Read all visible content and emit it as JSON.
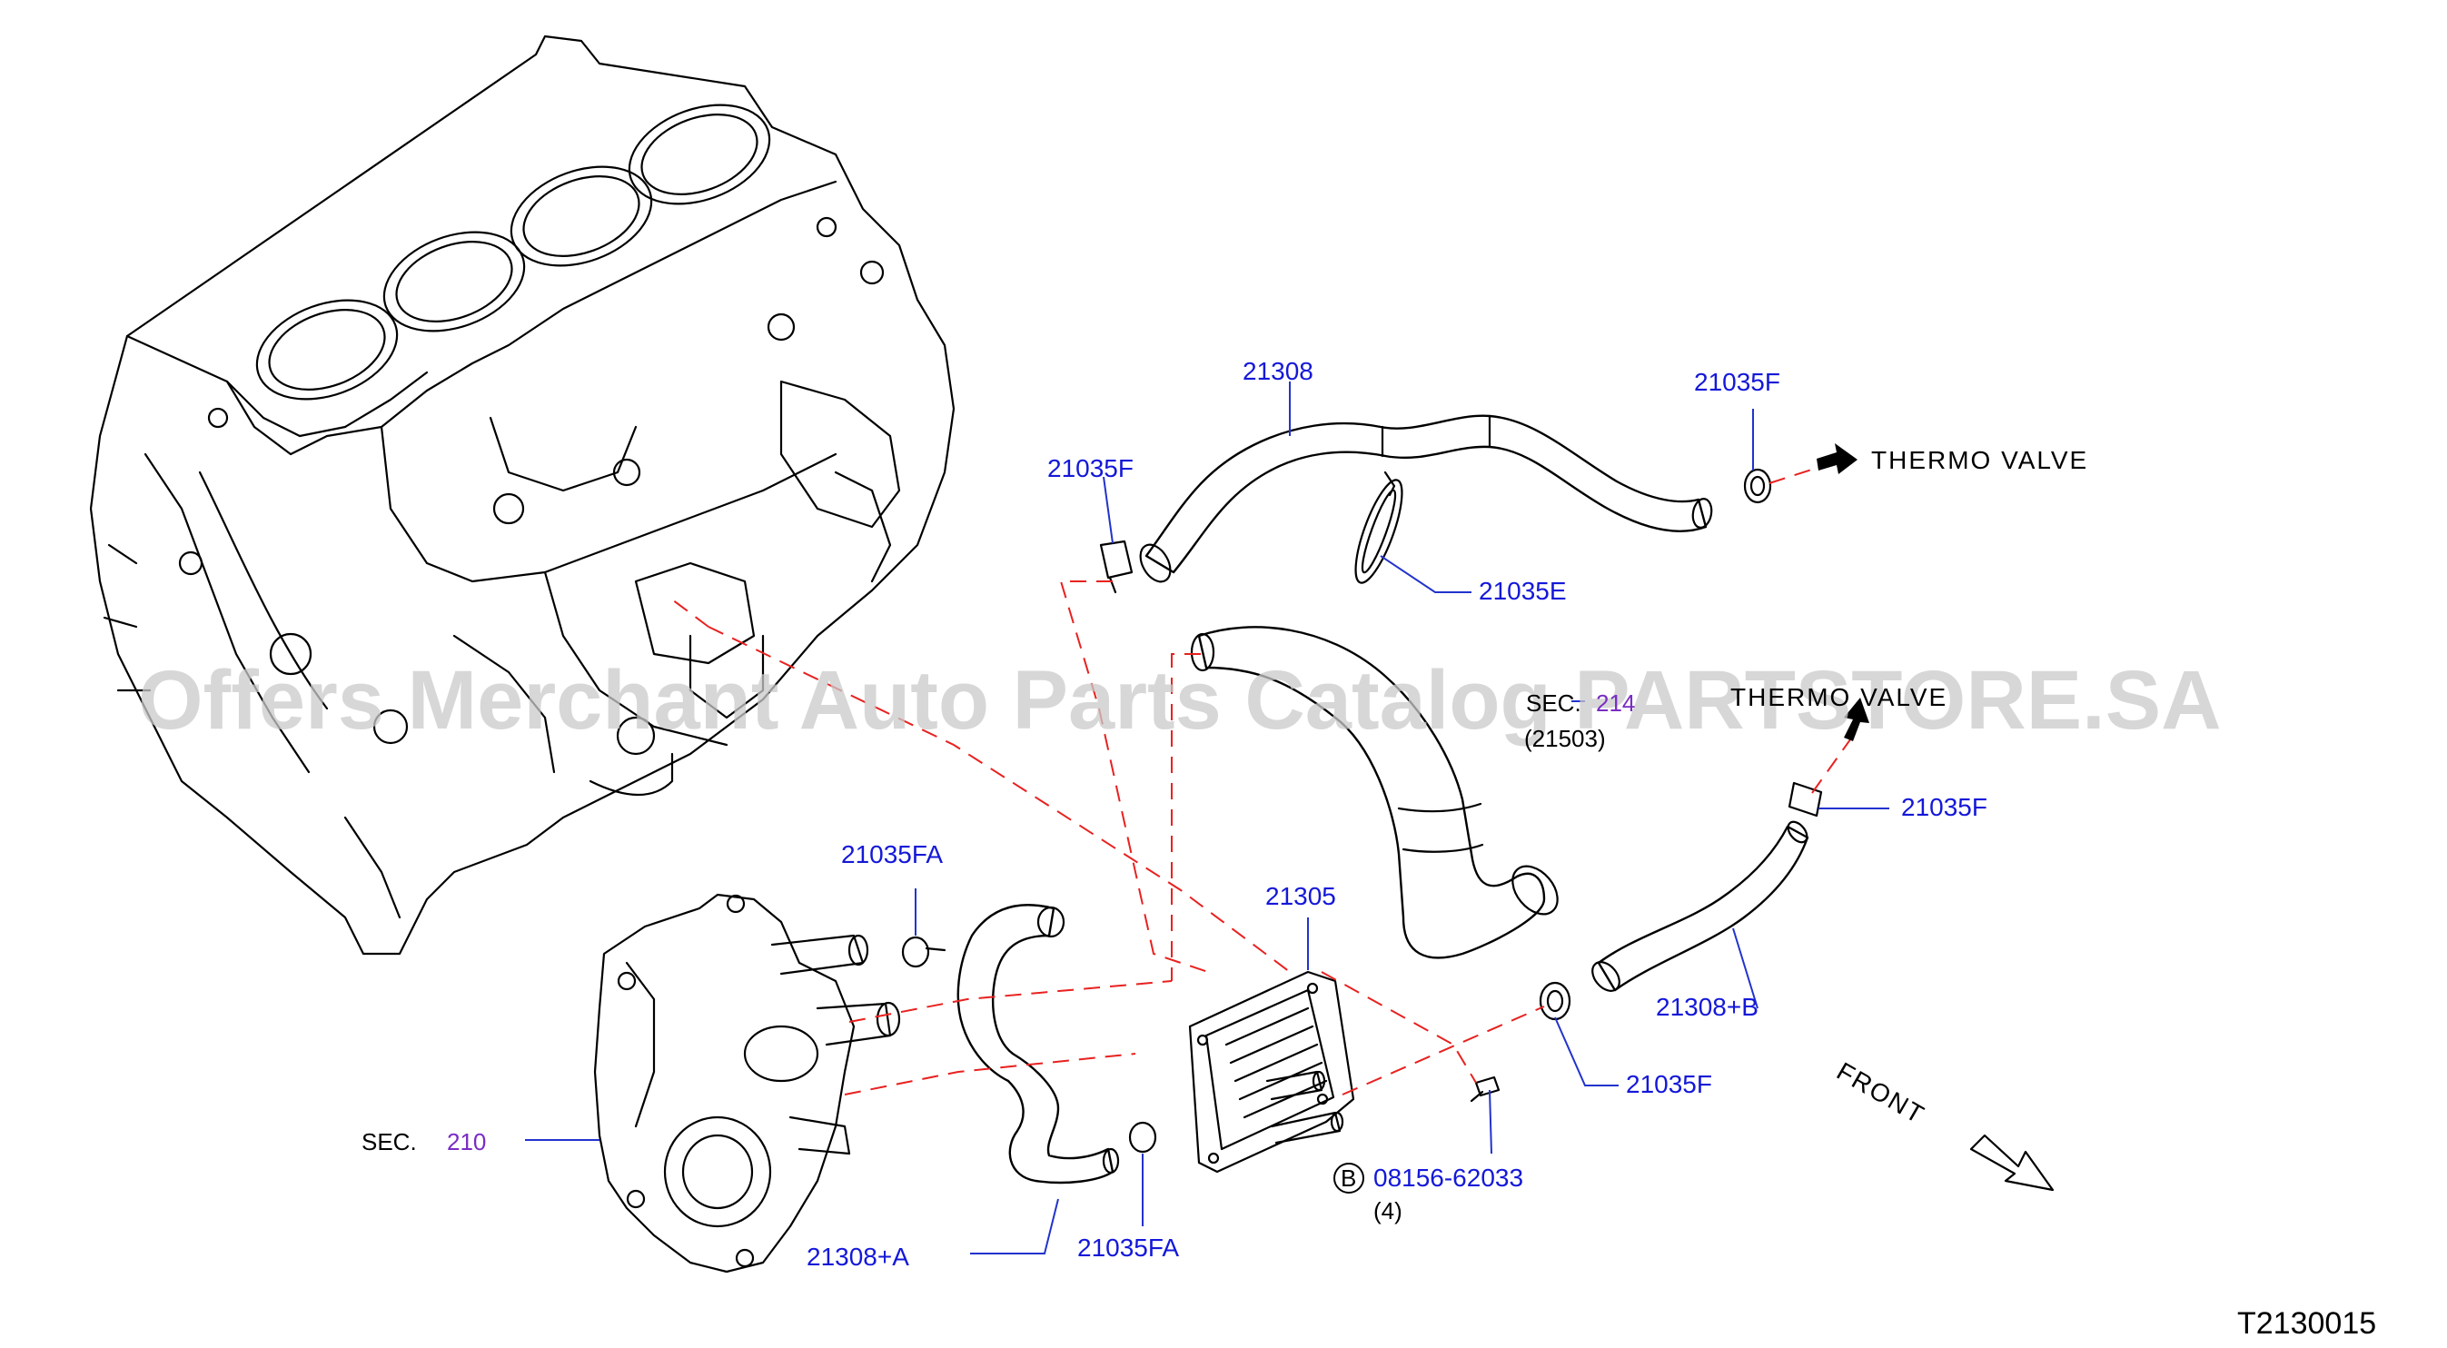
{
  "labels": {
    "hose_upper": "21308",
    "clamp_upper_left": "21035F",
    "clamp_upper_right": "21035F",
    "thermo_valve_upper": "THERMO   VALVE",
    "clamp_e": "21035E",
    "sec_214_prefix": "SEC.",
    "sec_214_num": "214",
    "sec_214_sub": "(21503)",
    "thermo_valve_lower": "THERMO   VALVE",
    "clamp_right_mid": "21035F",
    "hose_b": "21308+B",
    "clamp_right_low": "21035F",
    "clamp_fa_top": "21035FA",
    "oil_cooler": "21305",
    "bolt_marker": "B",
    "bolt": "08156-62033",
    "bolt_qty": "(4)",
    "sec_210_prefix": "SEC.",
    "sec_210_num": "210",
    "hose_a": "21308+A",
    "clamp_fa_bottom": "21035FA",
    "front": "FRONT",
    "diagram_code": "T2130015"
  },
  "watermark": "Offers Merchant Auto Parts Catalog PARTSTORE.SA",
  "colors": {
    "part_number": "#1418d8",
    "section_number": "#7a2cc4",
    "dashed_connection": "#e8211f",
    "line_art": "#000000",
    "watermark": "#c9c9c9"
  }
}
